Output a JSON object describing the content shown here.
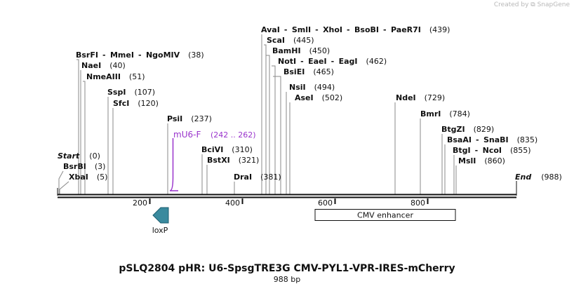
{
  "watermark": {
    "prefix": "Created by",
    "brand": "SnapGene"
  },
  "title": "pSLQ2804 pHR: U6-SpsgTRE3G CMV-PYL1-VPR-IRES-mCherry",
  "subtitle": "988 bp",
  "sequence_length": 988,
  "ticks": [
    "200",
    "400",
    "600",
    "800"
  ],
  "colors": {
    "primer": "#9933cc",
    "feature_loxP": "#3a8a9e",
    "text": "#111111"
  },
  "ends": [
    {
      "name": "Start",
      "pos": "(0)"
    },
    {
      "name": "End",
      "pos": "(988)"
    }
  ],
  "sites": [
    {
      "names": [
        "BsrFI",
        "MmeI",
        "NgoMIV"
      ],
      "pos": "(38)"
    },
    {
      "names": [
        "NaeI"
      ],
      "pos": "(40)"
    },
    {
      "names": [
        "NmeAIII"
      ],
      "pos": "(51)"
    },
    {
      "names": [
        "SspI"
      ],
      "pos": "(107)"
    },
    {
      "names": [
        "SfcI"
      ],
      "pos": "(120)"
    },
    {
      "names": [
        "PsiI"
      ],
      "pos": "(237)"
    },
    {
      "names": [
        "BsrBI"
      ],
      "pos": "(3)"
    },
    {
      "names": [
        "XbaI"
      ],
      "pos": "(5)"
    },
    {
      "names": [
        "BciVI"
      ],
      "pos": "(310)"
    },
    {
      "names": [
        "BstXI"
      ],
      "pos": "(321)"
    },
    {
      "names": [
        "DraI"
      ],
      "pos": "(381)"
    },
    {
      "names": [
        "AvaI",
        "SmlI",
        "XhoI",
        "BsoBI",
        "PaeR7I"
      ],
      "pos": "(439)"
    },
    {
      "names": [
        "ScaI"
      ],
      "pos": "(445)"
    },
    {
      "names": [
        "BamHI"
      ],
      "pos": "(450)"
    },
    {
      "names": [
        "NotI",
        "EaeI",
        "EagI"
      ],
      "pos": "(462)"
    },
    {
      "names": [
        "BsiEI"
      ],
      "pos": "(465)"
    },
    {
      "names": [
        "NsiI"
      ],
      "pos": "(494)"
    },
    {
      "names": [
        "AseI"
      ],
      "pos": "(502)"
    },
    {
      "names": [
        "NdeI"
      ],
      "pos": "(729)"
    },
    {
      "names": [
        "BmrI"
      ],
      "pos": "(784)"
    },
    {
      "names": [
        "BtgZI"
      ],
      "pos": "(829)"
    },
    {
      "names": [
        "BsaAI",
        "SnaBI"
      ],
      "pos": "(835)"
    },
    {
      "names": [
        "BtgI",
        "NcoI"
      ],
      "pos": "(855)"
    },
    {
      "names": [
        "MslI"
      ],
      "pos": "(860)"
    }
  ],
  "primer": {
    "name": "mU6-F",
    "range": "(242 .. 262)"
  },
  "features": [
    {
      "name": "loxP",
      "direction": "reverse"
    },
    {
      "name": "CMV enhancer",
      "direction": "none"
    }
  ]
}
